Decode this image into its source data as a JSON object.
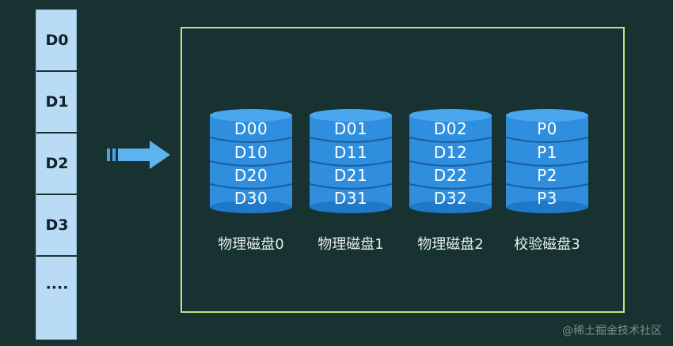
{
  "data_strip": {
    "blocks": [
      "D0",
      "D1",
      "D2",
      "D3",
      "····"
    ]
  },
  "disks": [
    {
      "label": "物理磁盘0",
      "rows": [
        "D00",
        "D10",
        "D20",
        "D30"
      ]
    },
    {
      "label": "物理磁盘1",
      "rows": [
        "D01",
        "D11",
        "D21",
        "D31"
      ]
    },
    {
      "label": "物理磁盘2",
      "rows": [
        "D02",
        "D12",
        "D22",
        "D32"
      ]
    },
    {
      "label": "校验磁盘3",
      "rows": [
        "P0",
        "P1",
        "P2",
        "P3"
      ]
    }
  ],
  "watermark": "@稀土掘金技术社区",
  "colors": {
    "background": "#173230",
    "strip_fill": "#b9dcf4",
    "frame_border": "#c6e283",
    "disk_fill": "#2f8fde",
    "disk_dark": "#1a6fbf"
  }
}
